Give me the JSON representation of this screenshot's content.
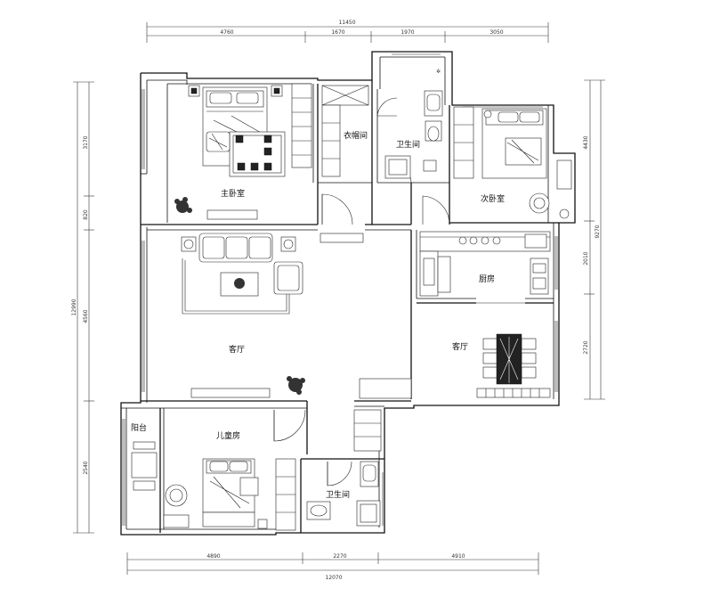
{
  "rooms": {
    "master_bedroom": "主卧室",
    "closet": "衣帽间",
    "bath_top": "卫生间",
    "second_bedroom": "次卧室",
    "kitchen": "厨房",
    "living": "客厅",
    "dining": "客厅",
    "balcony": "阳台",
    "kids_room": "儿童房",
    "bath_bottom": "卫生间"
  },
  "dimensions": {
    "top_total": "11450",
    "top_segments": [
      "4760",
      "1670",
      "1970",
      "3050"
    ],
    "bottom_total": "12070",
    "bottom_segments": [
      "4890",
      "2270",
      "4910"
    ],
    "left_total": "12990",
    "left_segments": [
      "3170",
      "820",
      "4560",
      "2540"
    ],
    "right_total": "9270",
    "right_segments": [
      "4430",
      "2010",
      "2720"
    ]
  }
}
